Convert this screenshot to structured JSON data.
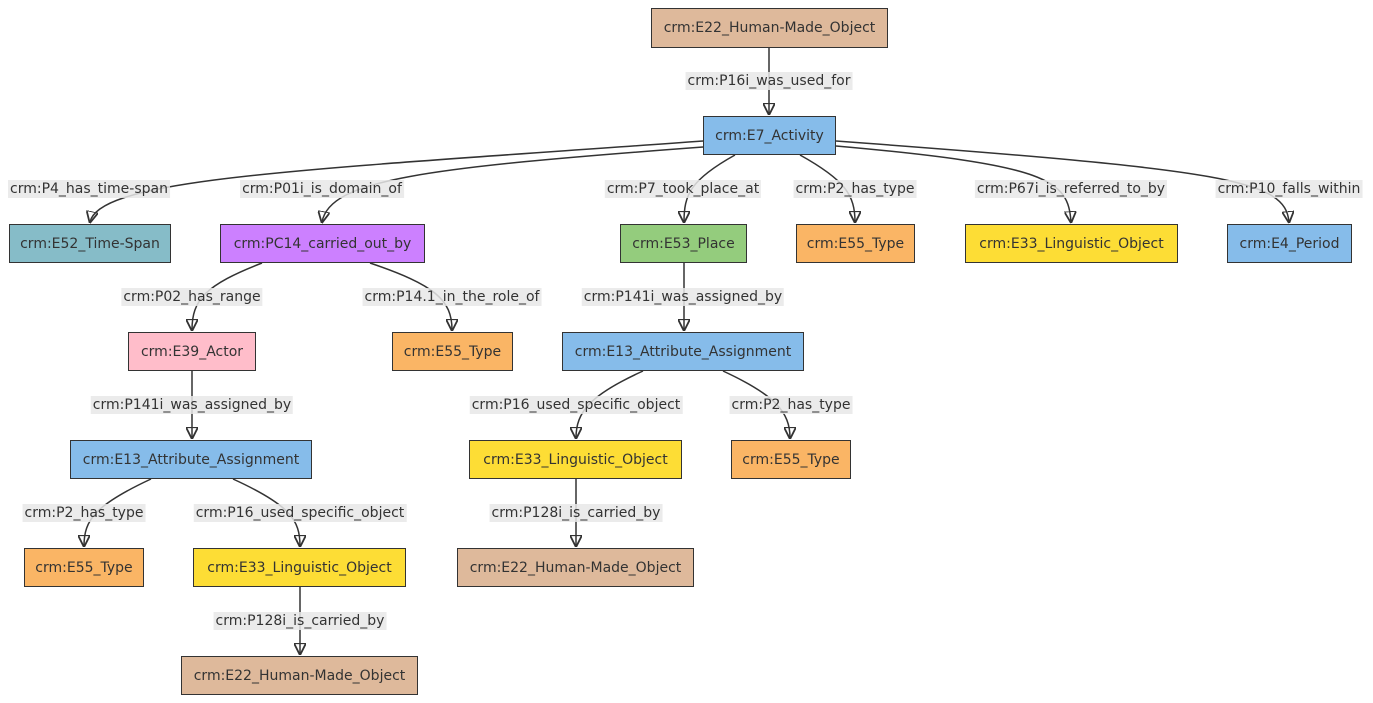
{
  "palette": {
    "human_made_object": "#DEB99B",
    "activity": "#86BCEA",
    "time_span": "#86BCC8",
    "actor_property": "#CC80FF",
    "place": "#94CC7D",
    "type": "#FAB565",
    "linguistic_object": "#FDDD35",
    "actor": "#FFBDCA",
    "line": "#333333",
    "label_background": "#E8E8E8"
  },
  "nodes": {
    "n1": {
      "label": "crm:E22_Human-Made_Object",
      "kind": "human_made_object"
    },
    "n2": {
      "label": "crm:E7_Activity",
      "kind": "activity"
    },
    "n3": {
      "label": "crm:E52_Time-Span",
      "kind": "time_span"
    },
    "n4": {
      "label": "crm:PC14_carried_out_by",
      "kind": "actor_property"
    },
    "n5": {
      "label": "crm:E53_Place",
      "kind": "place"
    },
    "n6": {
      "label": "crm:E55_Type",
      "kind": "type"
    },
    "n7": {
      "label": "crm:E33_Linguistic_Object",
      "kind": "linguistic_object"
    },
    "n8": {
      "label": "crm:E4_Period",
      "kind": "activity"
    },
    "n9": {
      "label": "crm:E39_Actor",
      "kind": "actor"
    },
    "n10": {
      "label": "crm:E55_Type",
      "kind": "type"
    },
    "n11": {
      "label": "crm:E13_Attribute_Assignment",
      "kind": "activity"
    },
    "n12": {
      "label": "crm:E13_Attribute_Assignment",
      "kind": "activity"
    },
    "n13": {
      "label": "crm:E33_Linguistic_Object",
      "kind": "linguistic_object"
    },
    "n14": {
      "label": "crm:E55_Type",
      "kind": "type"
    },
    "n15": {
      "label": "crm:E55_Type",
      "kind": "type"
    },
    "n16": {
      "label": "crm:E33_Linguistic_Object",
      "kind": "linguistic_object"
    },
    "n17": {
      "label": "crm:E22_Human-Made_Object",
      "kind": "human_made_object"
    },
    "n18": {
      "label": "crm:E22_Human-Made_Object",
      "kind": "human_made_object"
    }
  },
  "edges": {
    "e1": {
      "from": "n1",
      "to": "n2",
      "label": "crm:P16i_was_used_for"
    },
    "e2": {
      "from": "n2",
      "to": "n3",
      "label": "crm:P4_has_time-span"
    },
    "e3": {
      "from": "n2",
      "to": "n4",
      "label": "crm:P01i_is_domain_of"
    },
    "e4": {
      "from": "n2",
      "to": "n5",
      "label": "crm:P7_took_place_at"
    },
    "e5": {
      "from": "n2",
      "to": "n6",
      "label": "crm:P2_has_type"
    },
    "e6": {
      "from": "n2",
      "to": "n7",
      "label": "crm:P67i_is_referred_to_by"
    },
    "e7": {
      "from": "n2",
      "to": "n8",
      "label": "crm:P10_falls_within"
    },
    "e8": {
      "from": "n4",
      "to": "n9",
      "label": "crm:P02_has_range"
    },
    "e9": {
      "from": "n4",
      "to": "n10",
      "label": "crm:P14.1_in_the_role_of"
    },
    "e10": {
      "from": "n5",
      "to": "n11",
      "label": "crm:P141i_was_assigned_by"
    },
    "e11": {
      "from": "n9",
      "to": "n12",
      "label": "crm:P141i_was_assigned_by"
    },
    "e12": {
      "from": "n11",
      "to": "n13",
      "label": "crm:P16_used_specific_object"
    },
    "e13": {
      "from": "n11",
      "to": "n14",
      "label": "crm:P2_has_type"
    },
    "e14": {
      "from": "n12",
      "to": "n15",
      "label": "crm:P2_has_type"
    },
    "e15": {
      "from": "n12",
      "to": "n16",
      "label": "crm:P16_used_specific_object"
    },
    "e16": {
      "from": "n13",
      "to": "n17",
      "label": "crm:P128i_is_carried_by"
    },
    "e17": {
      "from": "n16",
      "to": "n18",
      "label": "crm:P128i_is_carried_by"
    }
  }
}
